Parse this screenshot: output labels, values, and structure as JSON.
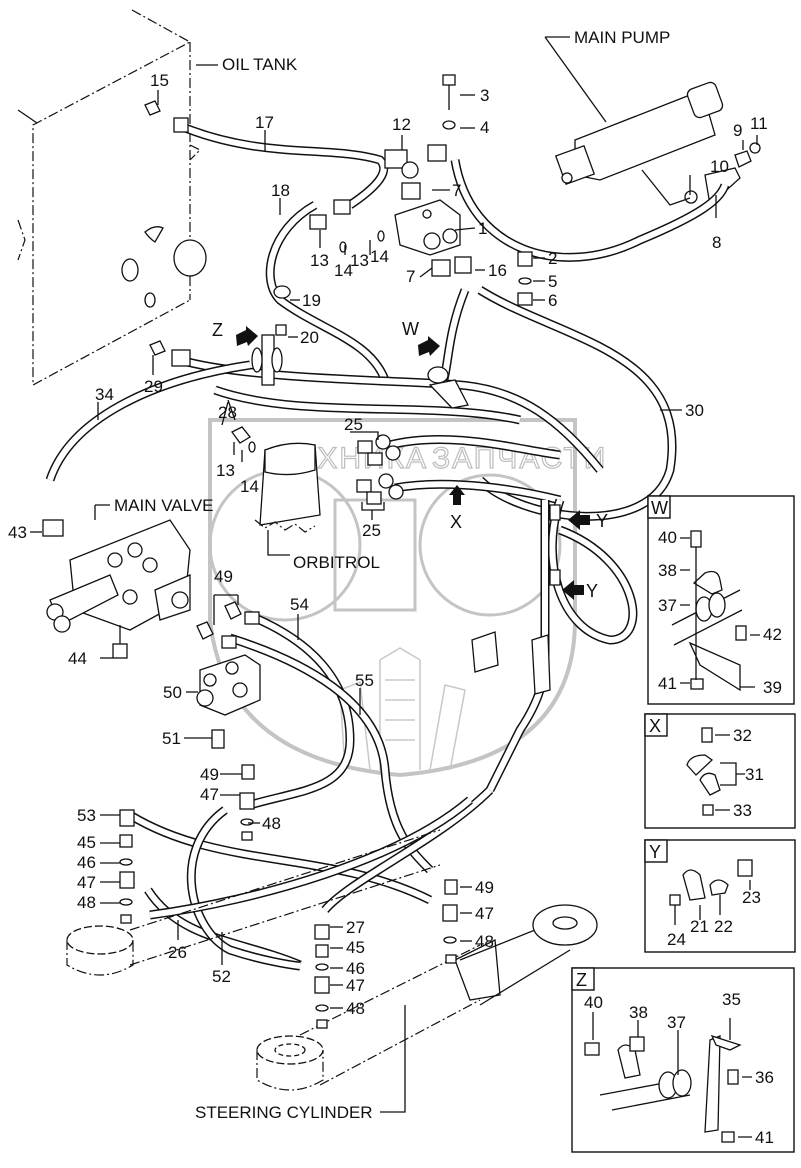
{
  "diagram": {
    "type": "exploded-parts-diagram",
    "watermark": {
      "text_left": "ТЕХНИКА",
      "text_right": "ЗАПЧАСТИ",
      "logo": "ЭПФ"
    },
    "component_labels": {
      "oil_tank": "OIL TANK",
      "main_pump": "MAIN PUMP",
      "main_valve": "MAIN VALVE",
      "orbitrol": "ORBITROL",
      "steering_cylinder": "STEERING CYLINDER"
    },
    "view_markers": {
      "w": "W",
      "x": "X",
      "y1": "Y",
      "y2": "Y",
      "z": "Z"
    },
    "callouts": {
      "c1": "1",
      "c2a": "2",
      "c2b": "2",
      "c3": "3",
      "c4": "4",
      "c5": "5",
      "c6": "6",
      "c7a": "7",
      "c7b": "7",
      "c8": "8",
      "c9": "9",
      "c10": "10",
      "c11": "11",
      "c12": "12",
      "c13a": "13",
      "c13b": "13",
      "c13c": "13",
      "c14a": "14",
      "c14b": "14",
      "c14c": "14",
      "c15": "15",
      "c16": "16",
      "c17": "17",
      "c18": "18",
      "c19": "19",
      "c20": "20",
      "c25a": "25",
      "c25b": "25",
      "c26": "26",
      "c27": "27",
      "c28": "28",
      "c29": "29",
      "c30": "30",
      "c34": "34",
      "c43": "43",
      "c44": "44",
      "c45a": "45",
      "c45b": "45",
      "c46a": "46",
      "c46b": "46",
      "c47a": "47",
      "c47b": "47",
      "c47c": "47",
      "c47d": "47",
      "c48a": "48",
      "c48b": "48",
      "c48c": "48",
      "c48d": "48",
      "c49a": "49",
      "c49b": "49",
      "c49c": "49",
      "c50": "50",
      "c51": "51",
      "c52": "52",
      "c53": "53",
      "c54": "54",
      "c55": "55"
    },
    "detail_panels": {
      "w": {
        "title": "W",
        "callouts": {
          "c40": "40",
          "c38": "38",
          "c37": "37",
          "c42": "42",
          "c41": "41",
          "c39": "39"
        }
      },
      "x": {
        "title": "X",
        "callouts": {
          "c32": "32",
          "c31": "31",
          "c33": "33"
        }
      },
      "y": {
        "title": "Y",
        "callouts": {
          "c23": "23",
          "c21": "21",
          "c22": "22",
          "c24": "24"
        }
      },
      "z": {
        "title": "Z",
        "callouts": {
          "c40": "40",
          "c38": "38",
          "c37": "37",
          "c35": "35",
          "c36": "36",
          "c41": "41"
        }
      }
    }
  }
}
